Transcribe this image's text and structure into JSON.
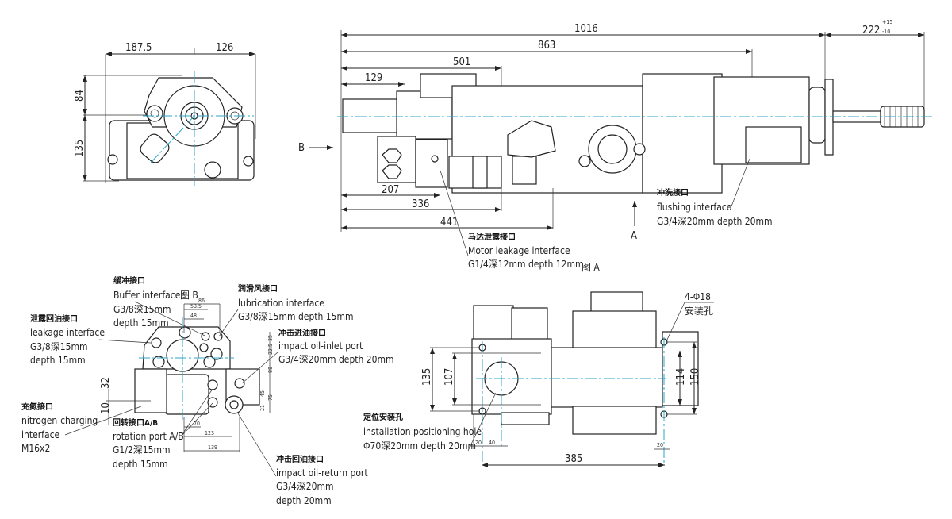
{
  "front_view": {
    "dims": {
      "width_left": "187.5",
      "width_right": "126",
      "height_top": "84",
      "height_bottom": "135"
    }
  },
  "side_view": {
    "dims": {
      "overall": "1016",
      "shank": "222",
      "shank_tol_upper": "+15",
      "shank_tol_lower": "-10",
      "d863": "863",
      "d501": "501",
      "d129": "129",
      "d207": "207",
      "d336": "336",
      "d441": "441"
    },
    "arrow_b": "B",
    "arrow_a": "A",
    "caption": "图 A",
    "flushing": {
      "cn": "冲洗接口",
      "en": "flushing interface",
      "spec": "G3/4深20mm depth 20mm"
    },
    "motor_leakage": {
      "cn": "马达泄露接口",
      "en": "Motor leakage interface",
      "spec": "G1/4深12mm depth 12mm"
    }
  },
  "view_b": {
    "caption": "图 B",
    "dims": {
      "d86": "86",
      "d535": "53.5",
      "d48": "48",
      "d32": "32",
      "d10": "10",
      "d70": "70",
      "d123": "123",
      "d139": "139",
      "d35": "35",
      "d225": "22.5",
      "d88": "88",
      "d45": "45",
      "d75": "75",
      "d21": "21"
    },
    "buffer": {
      "cn": "缓冲接口",
      "en": "Buffer interface",
      "spec": "G3/8深15mm",
      "depth": "depth 15mm"
    },
    "lubrication": {
      "cn": "润滑风接口",
      "en": "lubrication interface",
      "spec": "G3/8深15mm depth 15mm"
    },
    "leakage": {
      "cn": "泄露回油接口",
      "en": "leakage interface",
      "spec": "G3/8深15mm",
      "depth": "depth 15mm"
    },
    "impact_inlet": {
      "cn": "冲击进油接口",
      "en": "impact oil-inlet port",
      "spec": "G3/4深20mm depth 20mm"
    },
    "nitrogen": {
      "cn": "充氮接口",
      "en": "nitrogen-charging",
      "en2": "interface",
      "spec": "M16x2"
    },
    "rotation": {
      "cn": "回转接口A/B",
      "en": "rotation port A/B",
      "spec": "G1/2深15mm",
      "depth": "depth 15mm"
    },
    "impact_return": {
      "cn": "冲击回油接口",
      "en": "impact oil-return port",
      "spec": "G3/4深20mm",
      "depth": "depth 20mm"
    }
  },
  "plan_view": {
    "dims": {
      "length": "385",
      "d135": "135",
      "d107": "107",
      "d114": "114",
      "d150": "150",
      "d20a": "20",
      "d40": "40",
      "d20b": "20"
    },
    "mount_holes": {
      "spec": "4-Φ18",
      "cn": "安装孔"
    },
    "positioning": {
      "cn": "定位安装孔",
      "en": "installation positioning hole",
      "spec": "Φ70深20mm depth 20mm"
    }
  }
}
